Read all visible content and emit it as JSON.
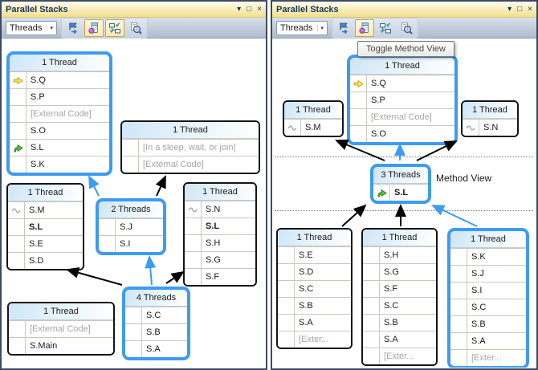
{
  "colors": {
    "selection_blue": "#3E9BEF",
    "edge_black": "#000000",
    "title_text": "#17335F",
    "muted_text": "#A6A6A6"
  },
  "panels": [
    {
      "title": "Parallel Stacks",
      "window_icons": [
        {
          "name": "window-position-menu",
          "glyph": "▾"
        },
        {
          "name": "maximize",
          "glyph": "□"
        },
        {
          "name": "close",
          "glyph": "×"
        }
      ],
      "toolbar": {
        "combo_label": "Threads",
        "combo_arrow": "▾",
        "buttons": [
          {
            "name": "show-only-flagged",
            "toggled": false
          },
          {
            "name": "toggle-method-view",
            "toggled": true
          },
          {
            "name": "auto-scroll-to-current-stack-frame",
            "toggled": true
          },
          {
            "name": "toggle-zoom-control",
            "toggled": false
          }
        ]
      },
      "boxes": [
        {
          "title": "1 Thread",
          "selected": true,
          "frames": [
            {
              "label": "S.Q",
              "icon": "current-statement"
            },
            {
              "label": "S.P"
            },
            {
              "label": "[External Code]",
              "muted": true
            },
            {
              "label": "S.O"
            },
            {
              "label": "S.L",
              "icon": "active-frame"
            },
            {
              "label": "S.K"
            }
          ]
        },
        {
          "title": "1 Thread",
          "selected": false,
          "frames": [
            {
              "label": "[In a sleep, wait, or join]",
              "muted": true
            },
            {
              "label": "[External Code]",
              "muted": true
            }
          ]
        },
        {
          "title": "1 Thread",
          "selected": false,
          "frames": [
            {
              "label": "S.M",
              "icon": "thread-location"
            },
            {
              "label": "S.L",
              "bold": true
            },
            {
              "label": "S.E"
            },
            {
              "label": "S.D"
            }
          ]
        },
        {
          "title": "2 Threads",
          "selected": true,
          "frames": [
            {
              "label": "S.J"
            },
            {
              "label": "S.I"
            }
          ]
        },
        {
          "title": "1 Thread",
          "selected": false,
          "frames": [
            {
              "label": "S.N",
              "icon": "thread-location"
            },
            {
              "label": "S.L",
              "bold": true
            },
            {
              "label": "S.H"
            },
            {
              "label": "S.G"
            },
            {
              "label": "S.F"
            }
          ]
        },
        {
          "title": "4 Threads",
          "selected": true,
          "frames": [
            {
              "label": "S.C"
            },
            {
              "label": "S.B"
            },
            {
              "label": "S.A"
            }
          ]
        },
        {
          "title": "1 Thread",
          "selected": false,
          "frames": [
            {
              "label": "[External Code]",
              "muted": true
            },
            {
              "label": "S.Main"
            }
          ]
        }
      ]
    },
    {
      "title": "Parallel Stacks",
      "tooltip": "Toggle Method View",
      "annotation": "Method View",
      "window_icons": [
        {
          "name": "window-position-menu",
          "glyph": "▾"
        },
        {
          "name": "maximize",
          "glyph": "□"
        },
        {
          "name": "close",
          "glyph": "×"
        }
      ],
      "toolbar": {
        "combo_label": "Threads",
        "combo_arrow": "▾",
        "buttons": [
          {
            "name": "show-only-flagged",
            "toggled": false
          },
          {
            "name": "toggle-method-view",
            "toggled": true
          },
          {
            "name": "auto-scroll-to-current-stack-frame",
            "toggled": false
          },
          {
            "name": "toggle-zoom-control",
            "toggled": false
          }
        ]
      },
      "boxes": [
        {
          "title": "1 Thread",
          "selected": false,
          "frames": [
            {
              "label": "S.M",
              "icon": "thread-location"
            }
          ]
        },
        {
          "title": "1 Thread",
          "selected": true,
          "frames": [
            {
              "label": "S.Q",
              "icon": "current-statement"
            },
            {
              "label": "S.P"
            },
            {
              "label": "[External Code]",
              "muted": true
            },
            {
              "label": "S.O"
            }
          ]
        },
        {
          "title": "1 Thread",
          "selected": false,
          "frames": [
            {
              "label": "S.N",
              "icon": "thread-location"
            }
          ]
        },
        {
          "title": "3 Threads",
          "selected": true,
          "frames": [
            {
              "label": "S.L",
              "icon": "active-frame",
              "bold": true
            }
          ]
        },
        {
          "title": "1 Thread",
          "selected": false,
          "frames": [
            {
              "label": "S.E"
            },
            {
              "label": "S.D"
            },
            {
              "label": "S.C"
            },
            {
              "label": "S.B"
            },
            {
              "label": "S.A"
            },
            {
              "label": "[Exter...",
              "muted": true
            }
          ]
        },
        {
          "title": "1 Thread",
          "selected": false,
          "frames": [
            {
              "label": "S.H"
            },
            {
              "label": "S.G"
            },
            {
              "label": "S.F"
            },
            {
              "label": "S.C"
            },
            {
              "label": "S.B"
            },
            {
              "label": "S.A"
            },
            {
              "label": "[Exter...",
              "muted": true
            }
          ]
        },
        {
          "title": "1 Thread",
          "selected": true,
          "frames": [
            {
              "label": "S.K"
            },
            {
              "label": "S.J"
            },
            {
              "label": "S.I"
            },
            {
              "label": "S.C"
            },
            {
              "label": "S.B"
            },
            {
              "label": "S.A"
            },
            {
              "label": "[Exter...",
              "muted": true
            }
          ]
        }
      ]
    }
  ]
}
